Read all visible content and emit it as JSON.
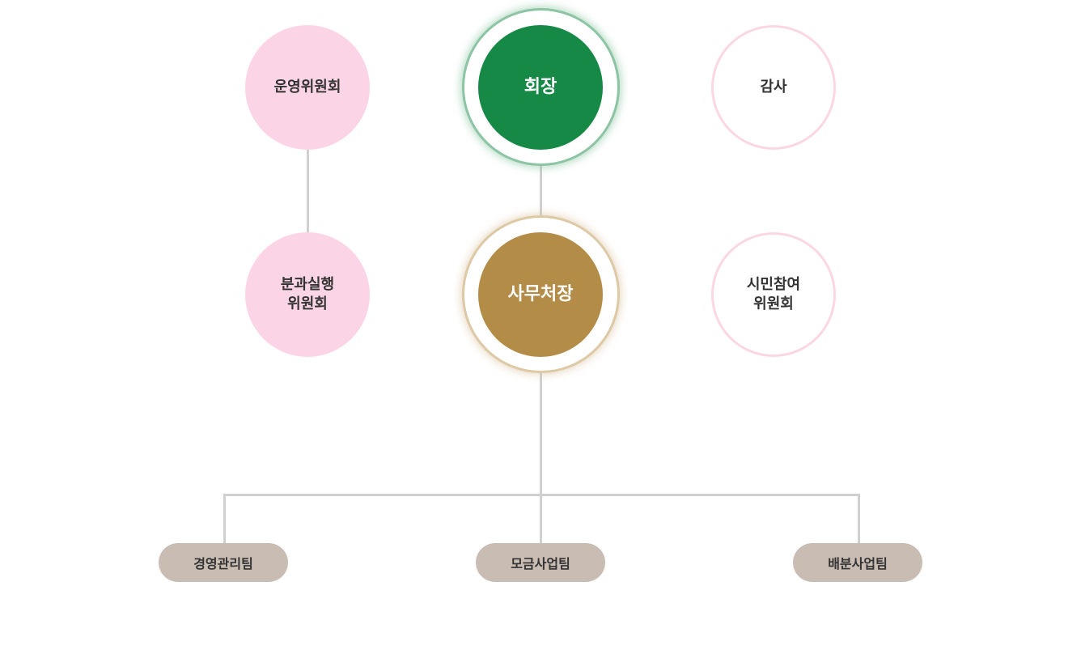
{
  "org_chart": {
    "president": "회장",
    "operating_committee": "운영위원회",
    "auditor": "감사",
    "secretary_general": "사무처장",
    "division_committee": "분과실행\n위원회",
    "citizen_committee": "시민참여\n위원회",
    "teams": [
      "경영관리팀",
      "모금사업팀",
      "배분사업팀"
    ]
  },
  "colors": {
    "president": "#168947",
    "secretary_general": "#b38c48",
    "committee_fill": "#fbd5e6",
    "committee_outline": "#fbd7e4",
    "team": "#c8bcb3",
    "connector": "#d0d0d0"
  }
}
